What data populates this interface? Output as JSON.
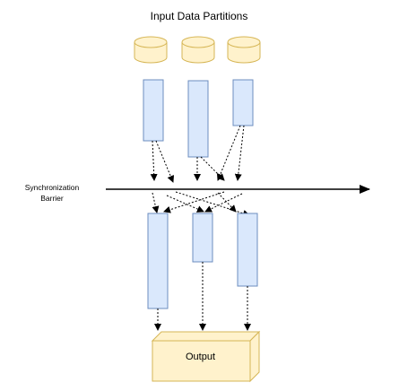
{
  "diagram": {
    "title": "Input Data Partitions",
    "barrier_label": "Synchronization Barrier",
    "output_label": "Output",
    "colors": {
      "cylinder_fill": "#fff2cc",
      "cylinder_stroke": "#d6b656",
      "partition_fill": "#dae8fc",
      "partition_stroke": "#6c8ebf",
      "output_fill": "#fff2cc",
      "output_stroke": "#d6b656",
      "line": "#000000"
    }
  }
}
